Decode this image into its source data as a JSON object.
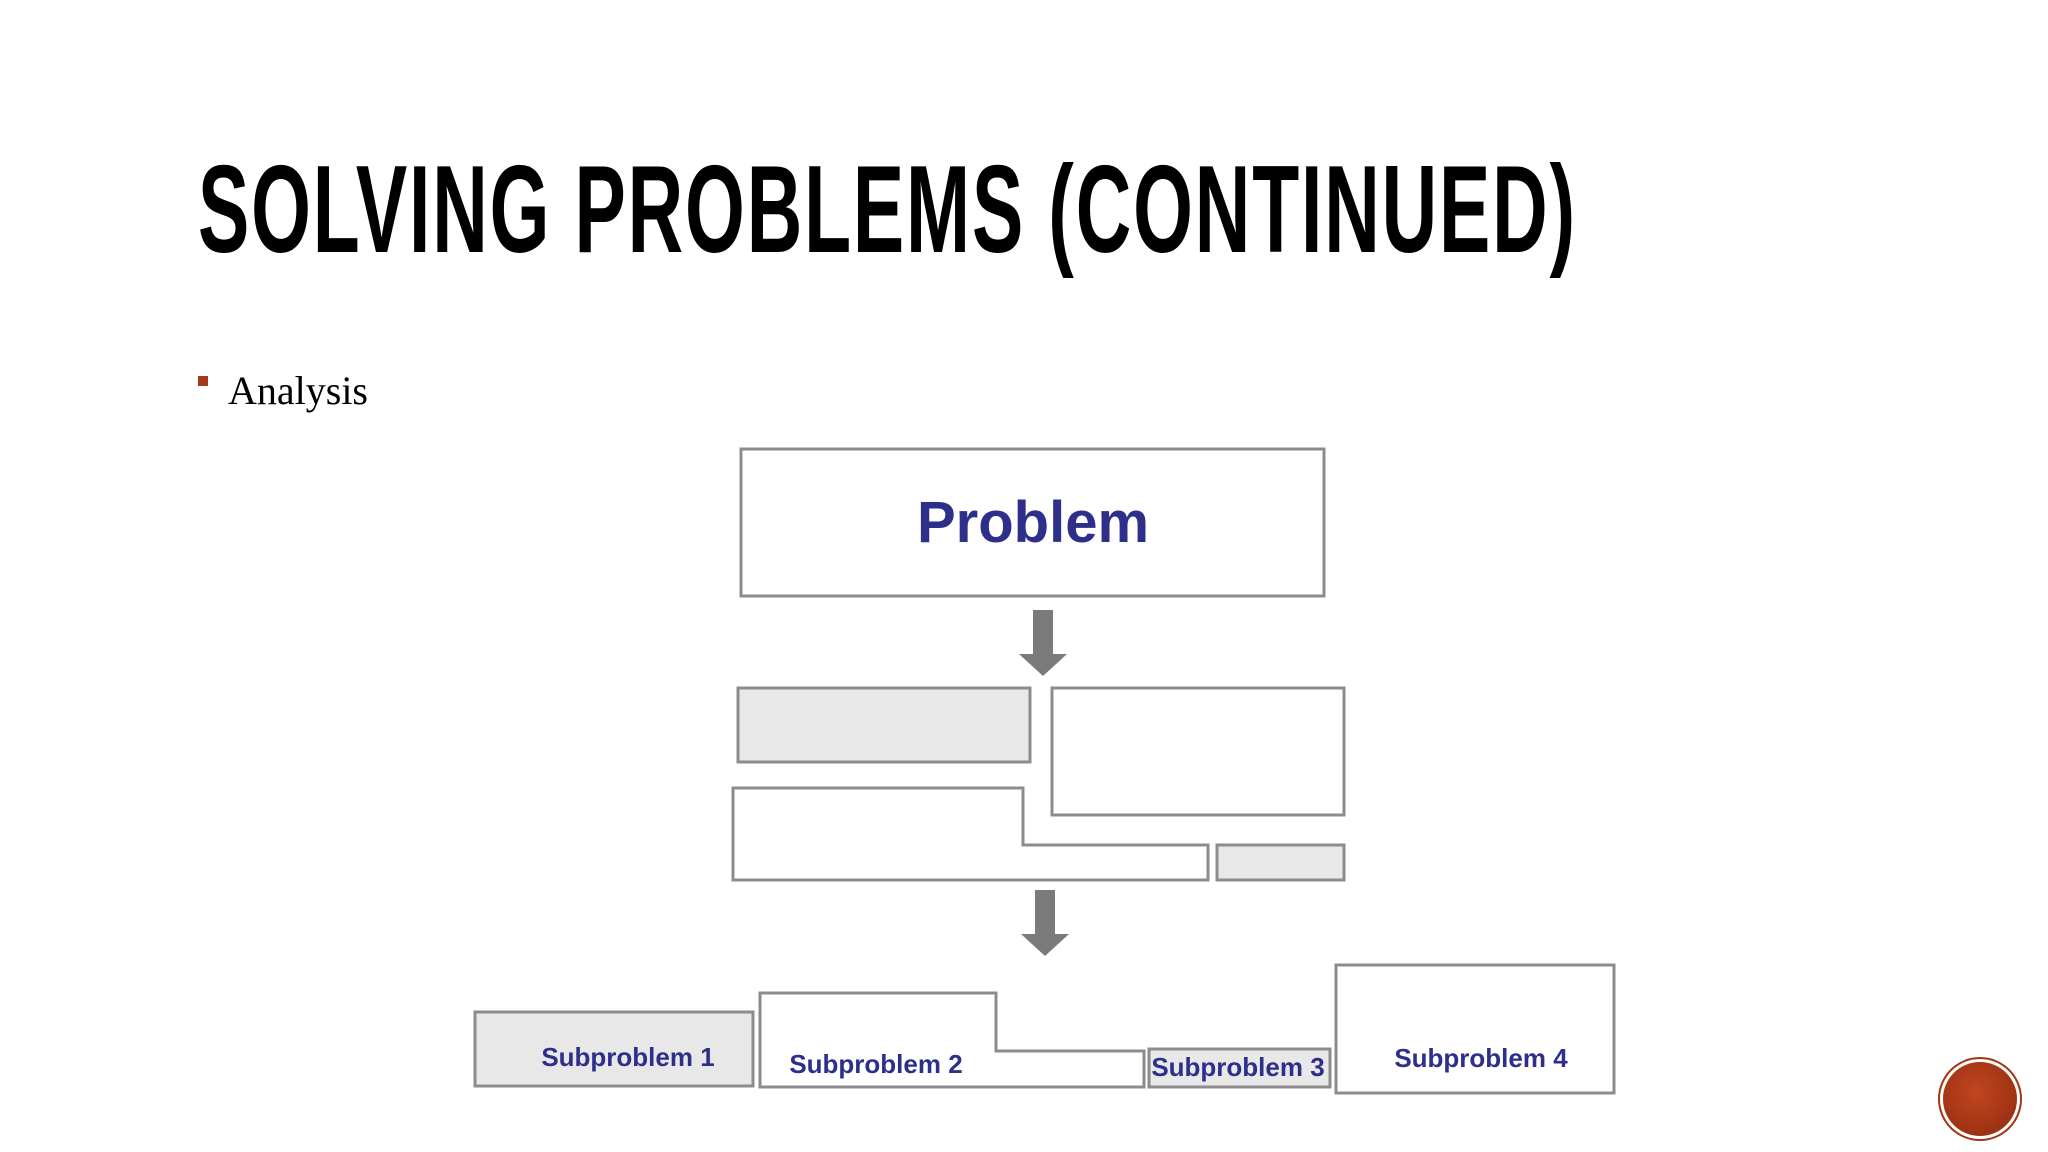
{
  "slide": {
    "title": "SOLVING PROBLEMS (CONTINUED)",
    "bullet": "Analysis"
  },
  "diagram": {
    "problem_label": "Problem",
    "subproblems": [
      "Subproblem 1",
      "Subproblem 2",
      "Subproblem 3",
      "Subproblem 4"
    ]
  },
  "colors": {
    "accent": "#a33a1d",
    "diagram_text": "#2e2f8a",
    "box_border": "#8c8c8c",
    "box_fill_gray": "#e8e8e8",
    "arrow": "#7a7a7a"
  },
  "icons": {
    "bullet": "square-bullet-icon",
    "nav": "slide-nav-button-icon"
  }
}
